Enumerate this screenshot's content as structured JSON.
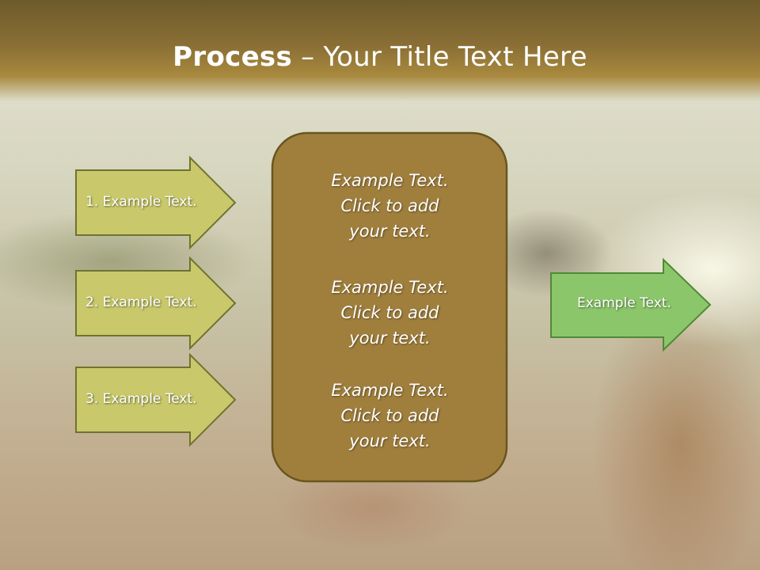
{
  "title": {
    "bold": "Process",
    "rest": " – Your Title Text Here"
  },
  "inputs": [
    {
      "label": "1. Example Text."
    },
    {
      "label": "2. Example Text."
    },
    {
      "label": "3. Example Text."
    }
  ],
  "center_block": [
    {
      "line1": "Example Text.",
      "line2": "Click  to add",
      "line3": "your text."
    },
    {
      "line1": "Example Text.",
      "line2": "Click  to add",
      "line3": "your text."
    },
    {
      "line1": "Example Text.",
      "line2": "Click  to add",
      "line3": "your text."
    }
  ],
  "output": {
    "label": "Example Text."
  },
  "colors": {
    "input_arrow_fill": "#c9c96c",
    "input_arrow_stroke": "#6f7330",
    "center_box_fill": "#a07f3d",
    "center_box_stroke": "#6a5520",
    "output_arrow_fill": "#8cc66b",
    "output_arrow_stroke": "#4f8a36"
  }
}
